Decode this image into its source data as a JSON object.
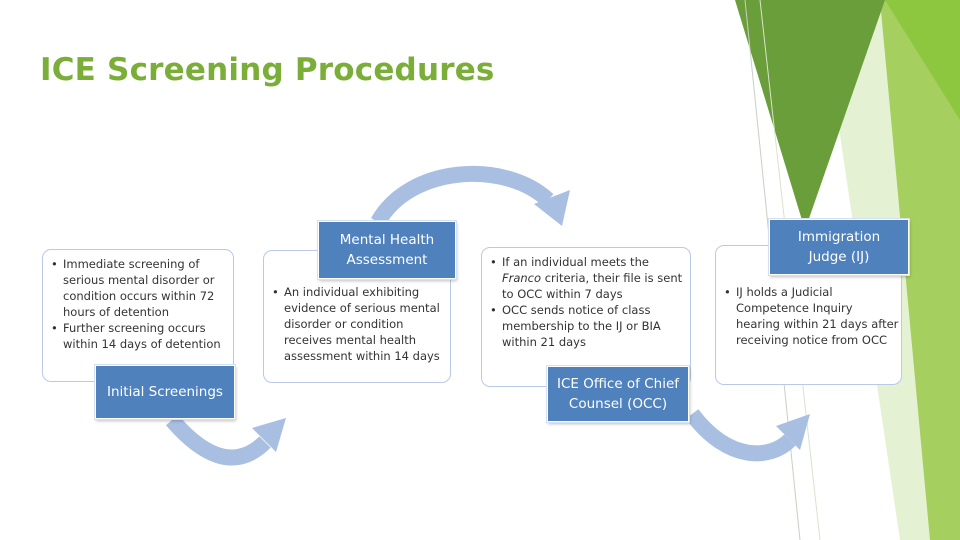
{
  "slide": {
    "title": "ICE Screening Procedures"
  },
  "steps": [
    {
      "label_line1": "Initial Screenings",
      "bullets": [
        "Immediate screening of serious mental disorder or condition occurs within 72 hours of detention",
        "Further screening occurs within 14 days of detention"
      ]
    },
    {
      "label_line1": "Mental Health",
      "label_line2": "Assessment",
      "bullets": [
        "An individual exhibiting evidence of serious mental disorder or condition receives mental health assessment within 14 days"
      ]
    },
    {
      "label_line1": "ICE Office of Chief",
      "label_line2": "Counsel (OCC)",
      "bullet1_pre": "If an individual meets the ",
      "bullet1_em": "Franco",
      "bullet1_post": " criteria, their file is sent to OCC within 7 days",
      "bullets": [
        "OCC sends notice of class membership to the IJ or BIA within 21 days"
      ]
    },
    {
      "label_line1": "Immigration",
      "label_line2": "Judge (IJ)",
      "bullets": [
        "IJ holds a Judicial Competence Inquiry hearing within 21 days after receiving notice from OCC"
      ]
    }
  ],
  "colors": {
    "title": "#7aae38",
    "label_fill": "#4f81bd",
    "arrow": "#a9bfe2",
    "accent_green": "#8dc63f"
  }
}
